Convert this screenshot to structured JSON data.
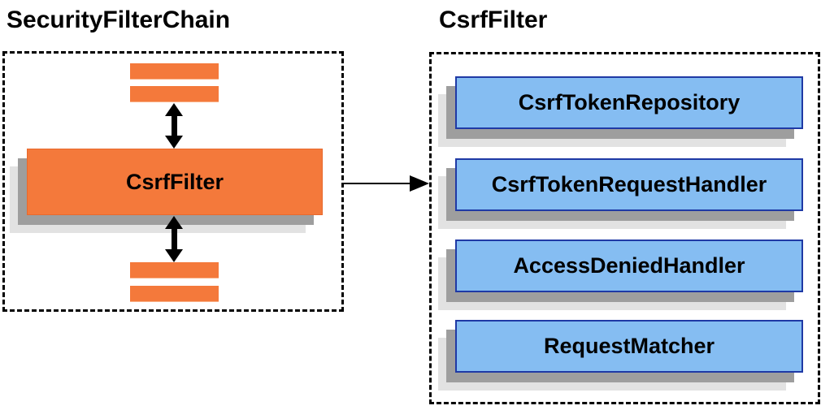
{
  "left": {
    "title": "SecurityFilterChain",
    "filter_box_label": "CsrfFilter"
  },
  "right": {
    "title": "CsrfFilter",
    "components": [
      "CsrfTokenRepository",
      "CsrfTokenRequestHandler",
      "AccessDeniedHandler",
      "RequestMatcher"
    ]
  },
  "colors": {
    "orange_fill": "#F4793B",
    "orange_border": "#E8692D",
    "blue_fill": "#85BDF2",
    "blue_border": "#1F39A5",
    "shadow_dark": "#9E9E9E",
    "shadow_light": "#E2E2E2",
    "line_black": "#000000",
    "background": "#FFFFFF"
  }
}
